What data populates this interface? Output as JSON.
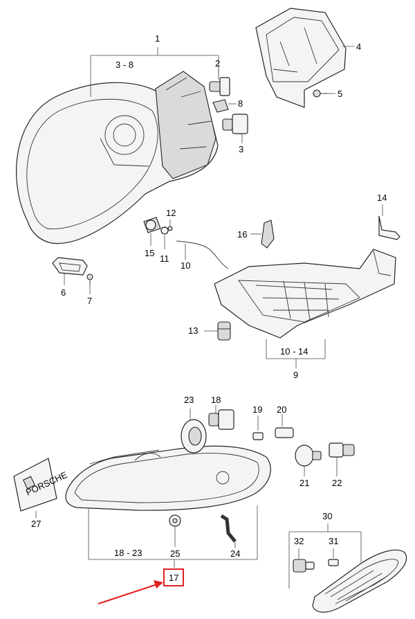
{
  "callouts": {
    "c1": "1",
    "c3_8": "3 - 8",
    "c2": "2",
    "c4": "4",
    "c5": "5",
    "c8": "8",
    "c3": "3",
    "c12": "12",
    "c14": "14",
    "c16": "16",
    "c15": "15",
    "c11": "11",
    "c10": "10",
    "c6": "6",
    "c7": "7",
    "c13": "13",
    "c10_14": "10 - 14",
    "c9": "9",
    "c23": "23",
    "c18": "18",
    "c19": "19",
    "c20": "20",
    "c21": "21",
    "c22": "22",
    "c27": "27",
    "c18_23": "18 - 23",
    "c25": "25",
    "c24": "24",
    "c17": "17",
    "c30": "30",
    "c32": "32",
    "c31": "31"
  },
  "card_logo_text": "PORSCHE",
  "colors": {
    "highlight": "#e02020",
    "line": "#222222"
  }
}
